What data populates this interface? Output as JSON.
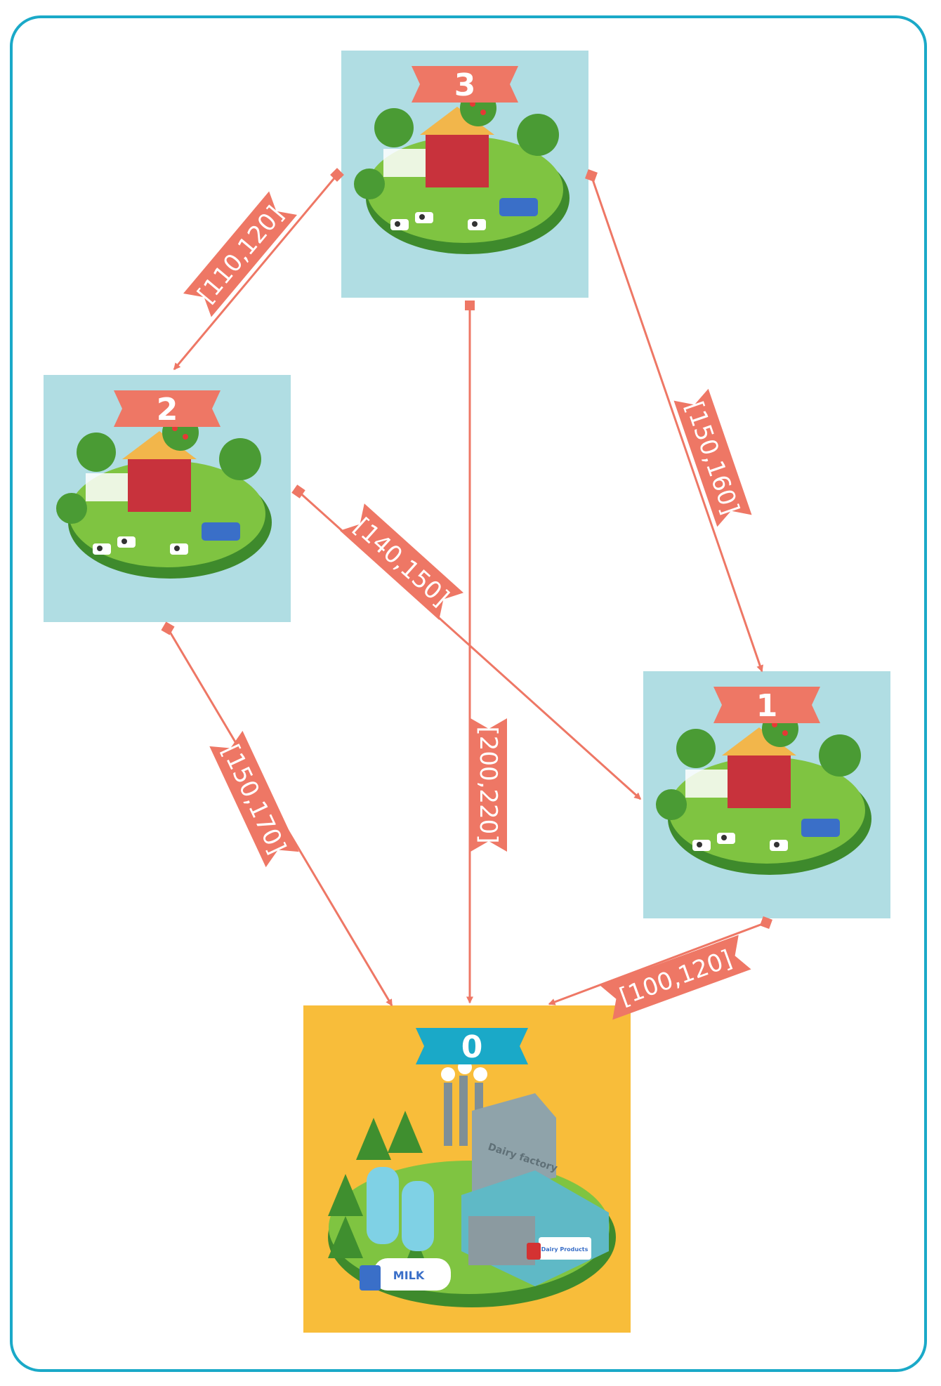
{
  "diagram": {
    "colors": {
      "frame_border": "#1aa9c8",
      "farm_tile": "#b0dde3",
      "factory_tile": "#f8bd3a",
      "edge": "#ee7765",
      "farm_ribbon": "#ee7765",
      "factory_ribbon": "#1aa9c8",
      "ribbon_text": "#ffffff"
    },
    "nodes": [
      {
        "id": "3",
        "label": "3",
        "kind": "farm"
      },
      {
        "id": "2",
        "label": "2",
        "kind": "farm"
      },
      {
        "id": "1",
        "label": "1",
        "kind": "farm"
      },
      {
        "id": "0",
        "label": "0",
        "kind": "dairy-factory"
      }
    ],
    "factory": {
      "sign": "Dairy factory",
      "tanker_text": "MILK",
      "truck_text": "Dairy Products"
    },
    "edges": [
      {
        "from": "3",
        "to": "2",
        "label": "[110,120]"
      },
      {
        "from": "3",
        "to": "1",
        "label": "[150,160]"
      },
      {
        "from": "3",
        "to": "0",
        "label": "[200,220]"
      },
      {
        "from": "2",
        "to": "1",
        "label": "[140,150]"
      },
      {
        "from": "2",
        "to": "0",
        "label": "[150,170]"
      },
      {
        "from": "1",
        "to": "0",
        "label": "[100,120]"
      }
    ]
  }
}
